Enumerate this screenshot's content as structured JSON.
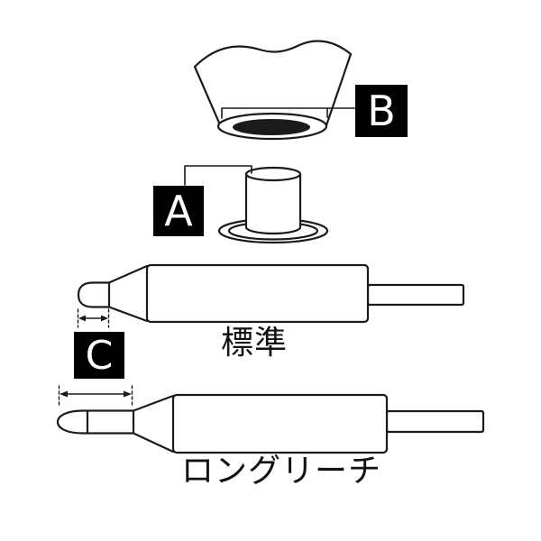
{
  "callouts": {
    "a_label": "A",
    "b_label": "B",
    "c_label": "C"
  },
  "captions": {
    "standard": "標準",
    "long_reach": "ロングリーチ"
  },
  "colors": {
    "line": "#1a1a1a",
    "label_background": "#000000",
    "label_text": "#ffffff",
    "background": "#ffffff"
  }
}
